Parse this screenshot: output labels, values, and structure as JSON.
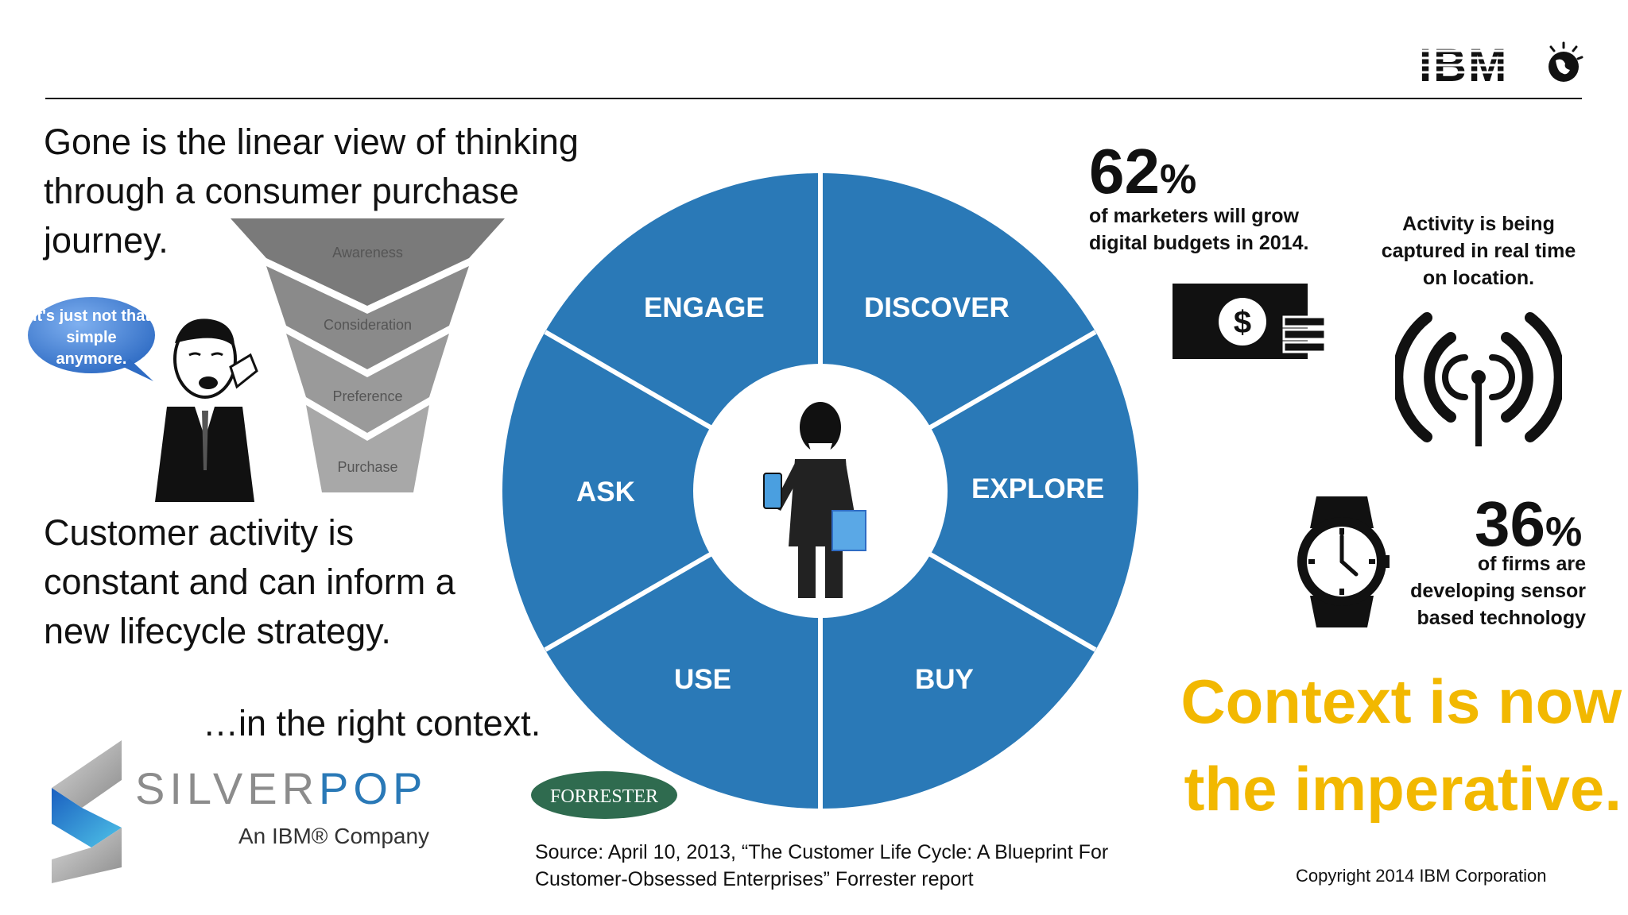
{
  "slide": {
    "headline": "Gone is the linear view of thinking through a consumer purchase journey.",
    "bubble_text": "It's just not that simple anymore.",
    "funnel_stages": [
      "Awareness",
      "Consideration",
      "Preference",
      "Purchase"
    ],
    "subhead": "Customer activity is constant and can inform a new lifecycle strategy.",
    "context_line": "…in the right context.",
    "wheel_segments": {
      "engage": "ENGAGE",
      "discover": "DISCOVER",
      "explore": "EXPLORE",
      "buy": "BUY",
      "use": "USE",
      "ask": "ASK"
    },
    "stat1": {
      "value": "62",
      "unit": "%",
      "text": "of marketers will grow digital budgets in 2014."
    },
    "activity_text": "Activity is being captured in real time on location.",
    "stat2": {
      "value": "36",
      "unit": "%",
      "text": "of firms are developing sensor based technology"
    },
    "imperative": "Context is now the imperative.",
    "source": "Source: April 10, 2013, “The Customer Life Cycle: A Blueprint For Customer-Obsessed Enterprises” Forrester report",
    "copyright": "Copyright 2014 IBM Corporation",
    "logos": {
      "ibm": "IBM",
      "silverpop_name_a": "SILVER",
      "silverpop_name_b": "POP",
      "silverpop_tagline": "An IBM® Company",
      "forrester": "FORRESTER"
    }
  },
  "colors": {
    "wheel_blue": "#2a79b7",
    "accent_yellow": "#f2b800",
    "bubble_blue": "#4a86d6"
  },
  "icons": [
    "dollar-bill-icon",
    "signal-antenna-icon",
    "wristwatch-icon",
    "customer-with-phone-icon",
    "shouting-man-illustration"
  ]
}
